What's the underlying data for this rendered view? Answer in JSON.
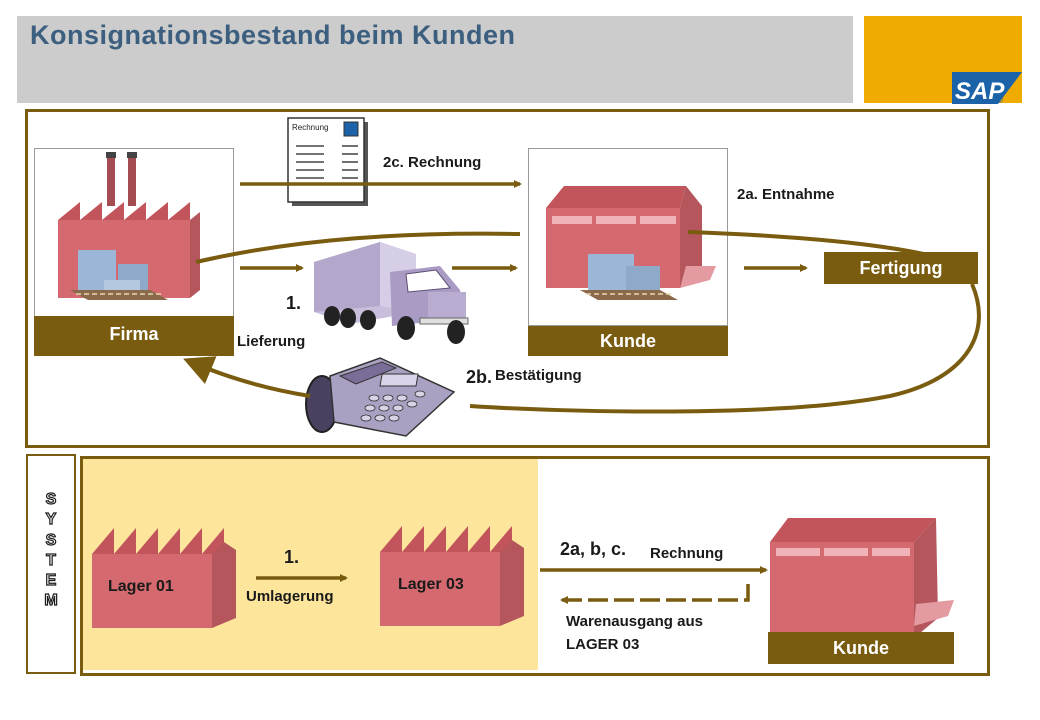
{
  "title": "Konsignationsbestand beim Kunden",
  "logo": {
    "text": "SAP",
    "registered": "®",
    "bg": "#f0ab00",
    "blue": "#1b62a8"
  },
  "top": {
    "firma": "Firma",
    "kunde": "Kunde",
    "fertigung": "Fertigung",
    "invoice_doc_title": "Rechnung",
    "step_1_num": "1.",
    "step_1_text": "Lieferung",
    "step_2a": "2a. Entnahme",
    "step_2b_num": "2b.",
    "step_2b_text": "Bestätigung",
    "step_2c": "2c. Rechnung"
  },
  "system": {
    "side_label": [
      "S",
      "Y",
      "S",
      "T",
      "E",
      "M"
    ],
    "lager_01": "Lager 01",
    "lager_03": "Lager 03",
    "step_1_num": "1.",
    "step_1_text": "Umlagerung",
    "step_2_num": "2a, b, c.",
    "step_2_text": "Rechnung",
    "goods_issue_line1": "Warenausgang aus",
    "goods_issue_line2": "LAGER 03",
    "kunde": "Kunde"
  },
  "colors": {
    "brown": "#7a5c10",
    "title": "#3c5f80",
    "building": "#d4696f",
    "yellow": "#fde59c"
  }
}
